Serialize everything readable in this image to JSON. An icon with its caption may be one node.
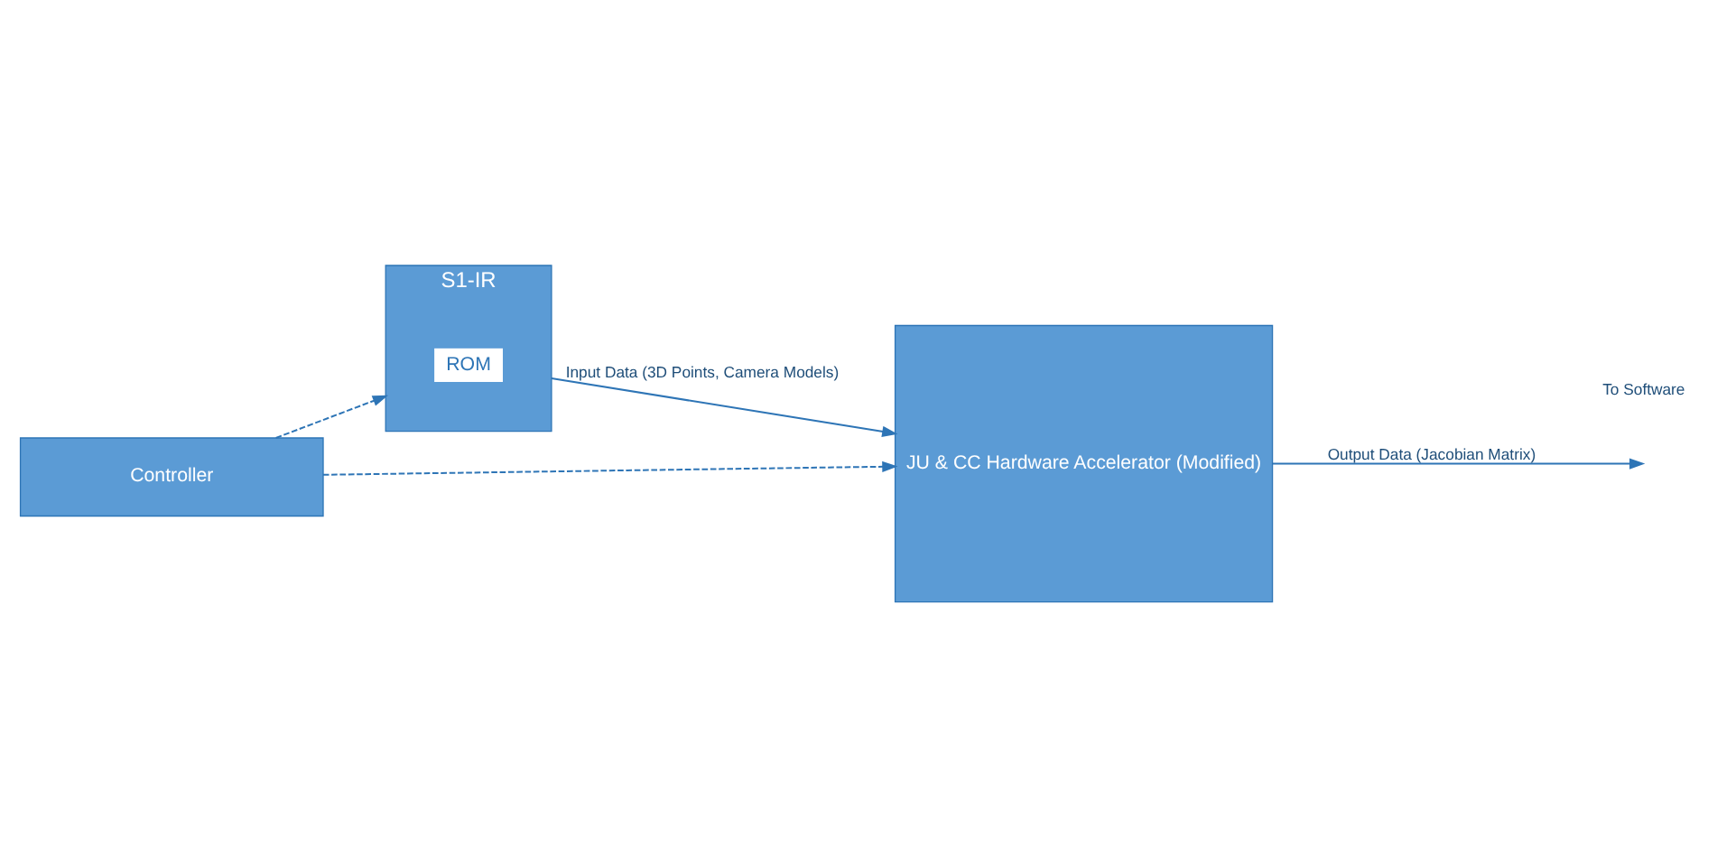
{
  "diagram": {
    "nodes": [
      {
        "text": [
          "Controller"
        ]
      },
      {
        "text": [
          "S1-IR"
        ]
      },
      {
        "text": [
          "ROM"
        ],
        "in": 1
      },
      {
        "text": [
          "JU & CC Hardware Accelerator (Modified)"
        ]
      }
    ],
    "edges": [
      {
        "from": 0,
        "to": 1,
        "arrow": "to",
        "style": "dashed"
      },
      {
        "from": 0,
        "to": 3,
        "arrow": "to",
        "style": "dashed"
      },
      {
        "from": 1,
        "to": 3,
        "arrow": "to",
        "label": "Input Data (3D Points, Camera Models)"
      },
      {
        "from": 3,
        "to": null,
        "arrow": "to",
        "label": "Output Data (Jacobian Matrix)"
      }
    ],
    "labels": [
      "To Software"
    ]
  }
}
